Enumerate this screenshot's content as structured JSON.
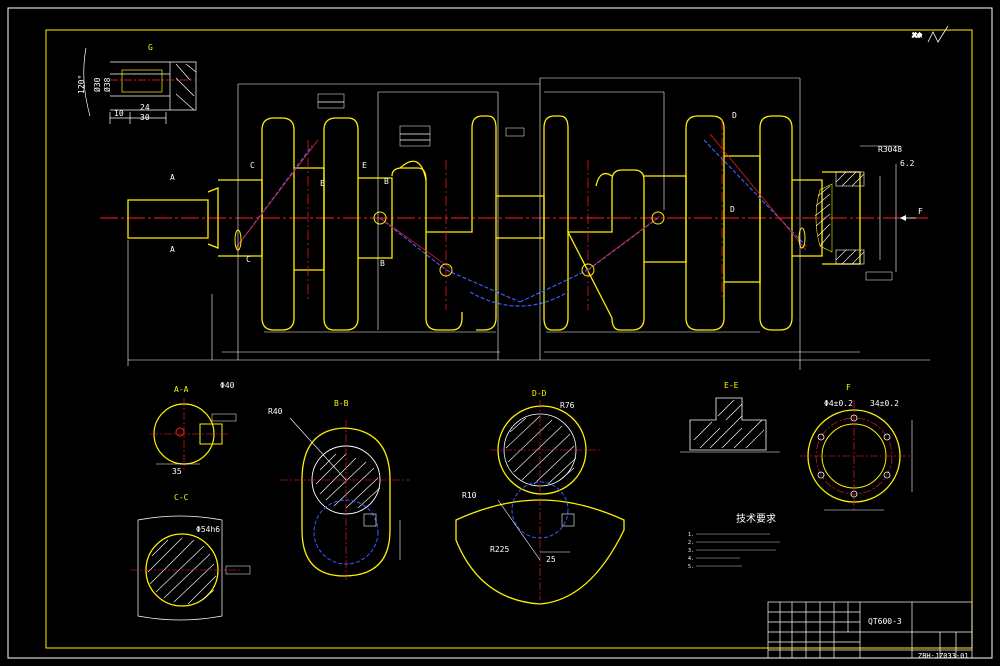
{
  "section_labels": {
    "detail_g": "G",
    "section_aa": "A-A",
    "section_bb": "B-B",
    "section_cc": "C-C",
    "section_dd": "D-D",
    "section_ee": "E-E",
    "view_f": "F",
    "view_f_side": "F"
  },
  "cut_marks": {
    "a": "A",
    "b": "B",
    "c": "C",
    "d": "D",
    "e": "E"
  },
  "dims": {
    "g_angle": "120°",
    "g_dia1": "Ø30",
    "g_dia2": "Ø38",
    "g_len1": "10",
    "g_len2": "24",
    "g_len3": "30",
    "aa_dia": "Φ40",
    "aa_w": "35",
    "bb_r": "R40",
    "dd_r1": "R76",
    "dd_r2": "R10",
    "dd_r3": "R225",
    "dd_w": "25",
    "cc_dia": "Φ54h6",
    "f_pcd1": "Φ4±0.2",
    "f_pcd2": "34±0.2",
    "r_dim": "R3048",
    "r_small": "6.2"
  },
  "notes": {
    "title": "技术要求",
    "items": [
      "1.",
      "2.",
      "3.",
      "4.",
      "5."
    ]
  },
  "title_block": {
    "material": "QT600-3",
    "drawing_no": "ZBH-JZ033-01"
  }
}
